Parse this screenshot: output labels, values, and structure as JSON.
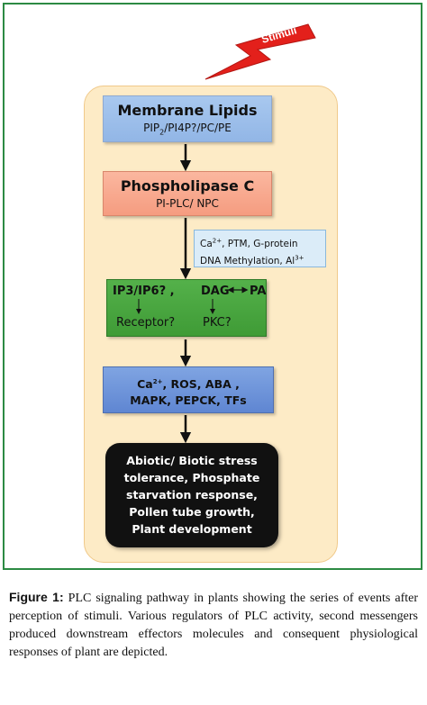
{
  "stimulus": {
    "label": "Stimuli",
    "color": "#e3201b"
  },
  "nodes": {
    "membrane": {
      "title": "Membrane Lipids",
      "sub": "PIP",
      "sub_subscript": "2",
      "sub_rest": "/PI4P?/PC/PE"
    },
    "plc": {
      "title": "Phospholipase C",
      "sub": "PI-PLC/ NPC"
    },
    "regulators": {
      "line1_pre": "Ca",
      "line1_sup": "2+",
      "line1_post": ", PTM, G-protein",
      "line2_pre": "DNA Methylation, Al",
      "line2_sup": "3+"
    },
    "second_messengers": {
      "ip3": "IP3/IP6? ,",
      "dag": "DAG",
      "pa": "PA",
      "receptor": "Receptor?",
      "pkc": "PKC?"
    },
    "effectors": {
      "line1_pre": "Ca",
      "line1_sup": "2+",
      "line1_post": ", ROS, ABA ,",
      "line2": "MAPK, PEPCK, TFs"
    },
    "responses": {
      "lines": [
        "Abiotic/ Biotic stress",
        "tolerance, Phosphate",
        "starvation response,",
        "Pollen tube growth,",
        "Plant development"
      ]
    }
  },
  "caption": {
    "label": "Figure 1:",
    "text": "PLC signaling pathway in plants showing the series of events after perception of stimuli. Various regulators of PLC activity, second messengers produced downstream effectors molecules and consequent physiological responses of plant are depicted."
  },
  "colors": {
    "frame_border": "#2c8a43",
    "panel_fill": "#fdebc6",
    "membrane_fill": "#a8c8ef",
    "plc_fill": "#fbb79f",
    "regulators_fill": "#dbecf8",
    "second_messenger_fill": "#4aa841",
    "effectors_fill": "#6f95da",
    "response_fill": "#111111"
  }
}
